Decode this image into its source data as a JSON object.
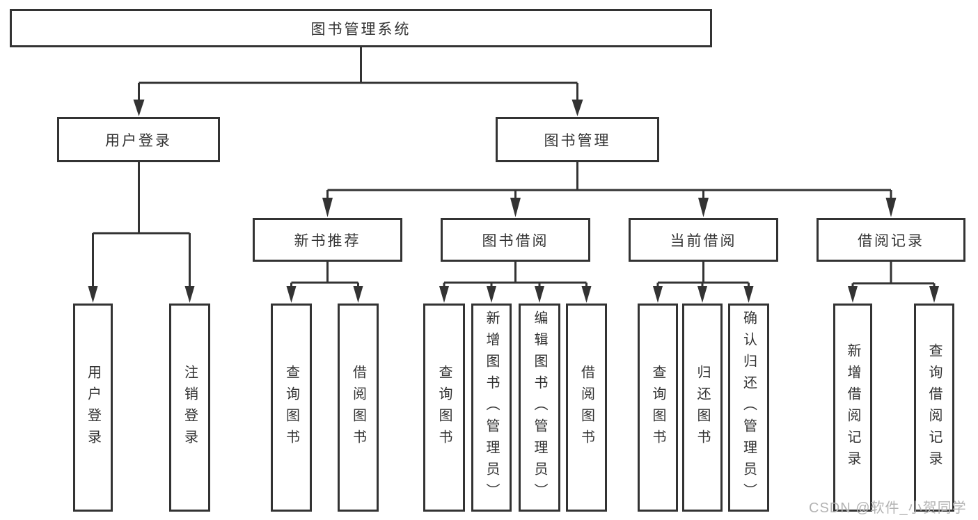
{
  "diagram": {
    "root": {
      "label": "图书管理系统"
    },
    "branches": [
      {
        "label": "用户登录",
        "children": [
          {
            "label": "用户登录"
          },
          {
            "label": "注销登录"
          }
        ]
      },
      {
        "label": "图书管理",
        "children": [
          {
            "label": "新书推荐",
            "children": [
              {
                "label": "查询图书"
              },
              {
                "label": "借阅图书"
              }
            ]
          },
          {
            "label": "图书借阅",
            "children": [
              {
                "label": "查询图书"
              },
              {
                "label": "新增图书（管理员）"
              },
              {
                "label": "编辑图书（管理员）"
              },
              {
                "label": "借阅图书"
              }
            ]
          },
          {
            "label": "当前借阅",
            "children": [
              {
                "label": "查询图书"
              },
              {
                "label": "归还图书"
              },
              {
                "label": "确认归还（管理员）"
              }
            ]
          },
          {
            "label": "借阅记录",
            "children": [
              {
                "label": "新增借阅记录"
              },
              {
                "label": "查询借阅记录"
              }
            ]
          }
        ]
      }
    ]
  },
  "watermark": {
    "text": "CSDN @软件_小贺同学"
  },
  "colors": {
    "line": "#333333",
    "text": "#333333",
    "box_fill": "#ffffff",
    "watermark": "#b3b3b3"
  }
}
